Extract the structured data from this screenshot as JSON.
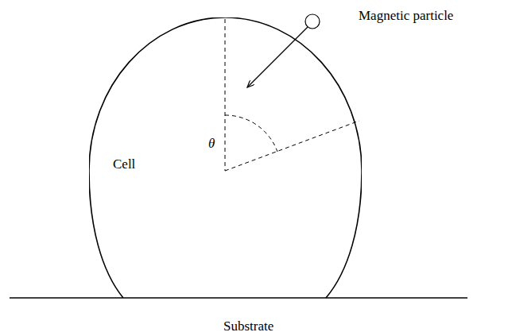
{
  "diagram": {
    "nodes": [
      {
        "text": [
          "Cell"
        ]
      }
    ],
    "labels": [
      "Magnetic particle",
      "θ",
      "Substrate"
    ]
  }
}
